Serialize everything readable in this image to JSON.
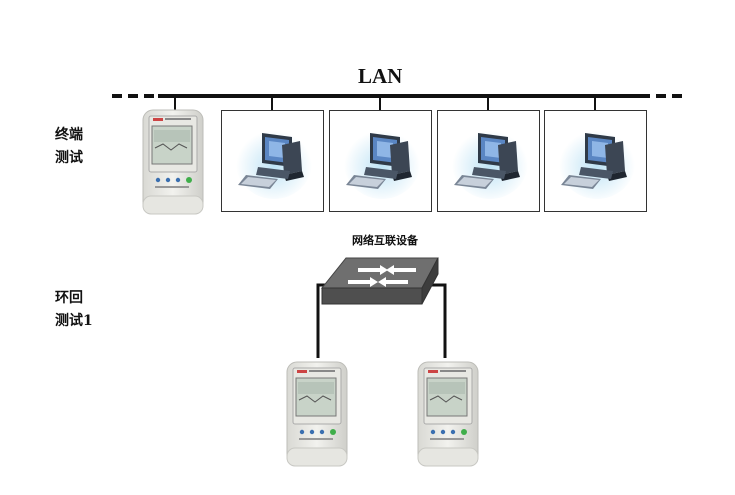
{
  "diagram": {
    "lan_label": "LAN",
    "terminal_test_label": [
      "终端",
      "测试"
    ],
    "loopback_test_label": [
      "环回",
      "测试1"
    ],
    "network_device_label": "网络互联设备",
    "icons": {
      "tester": "handheld-network-tester-icon",
      "pc": "desktop-computer-icon",
      "switch": "network-switch-icon"
    }
  }
}
